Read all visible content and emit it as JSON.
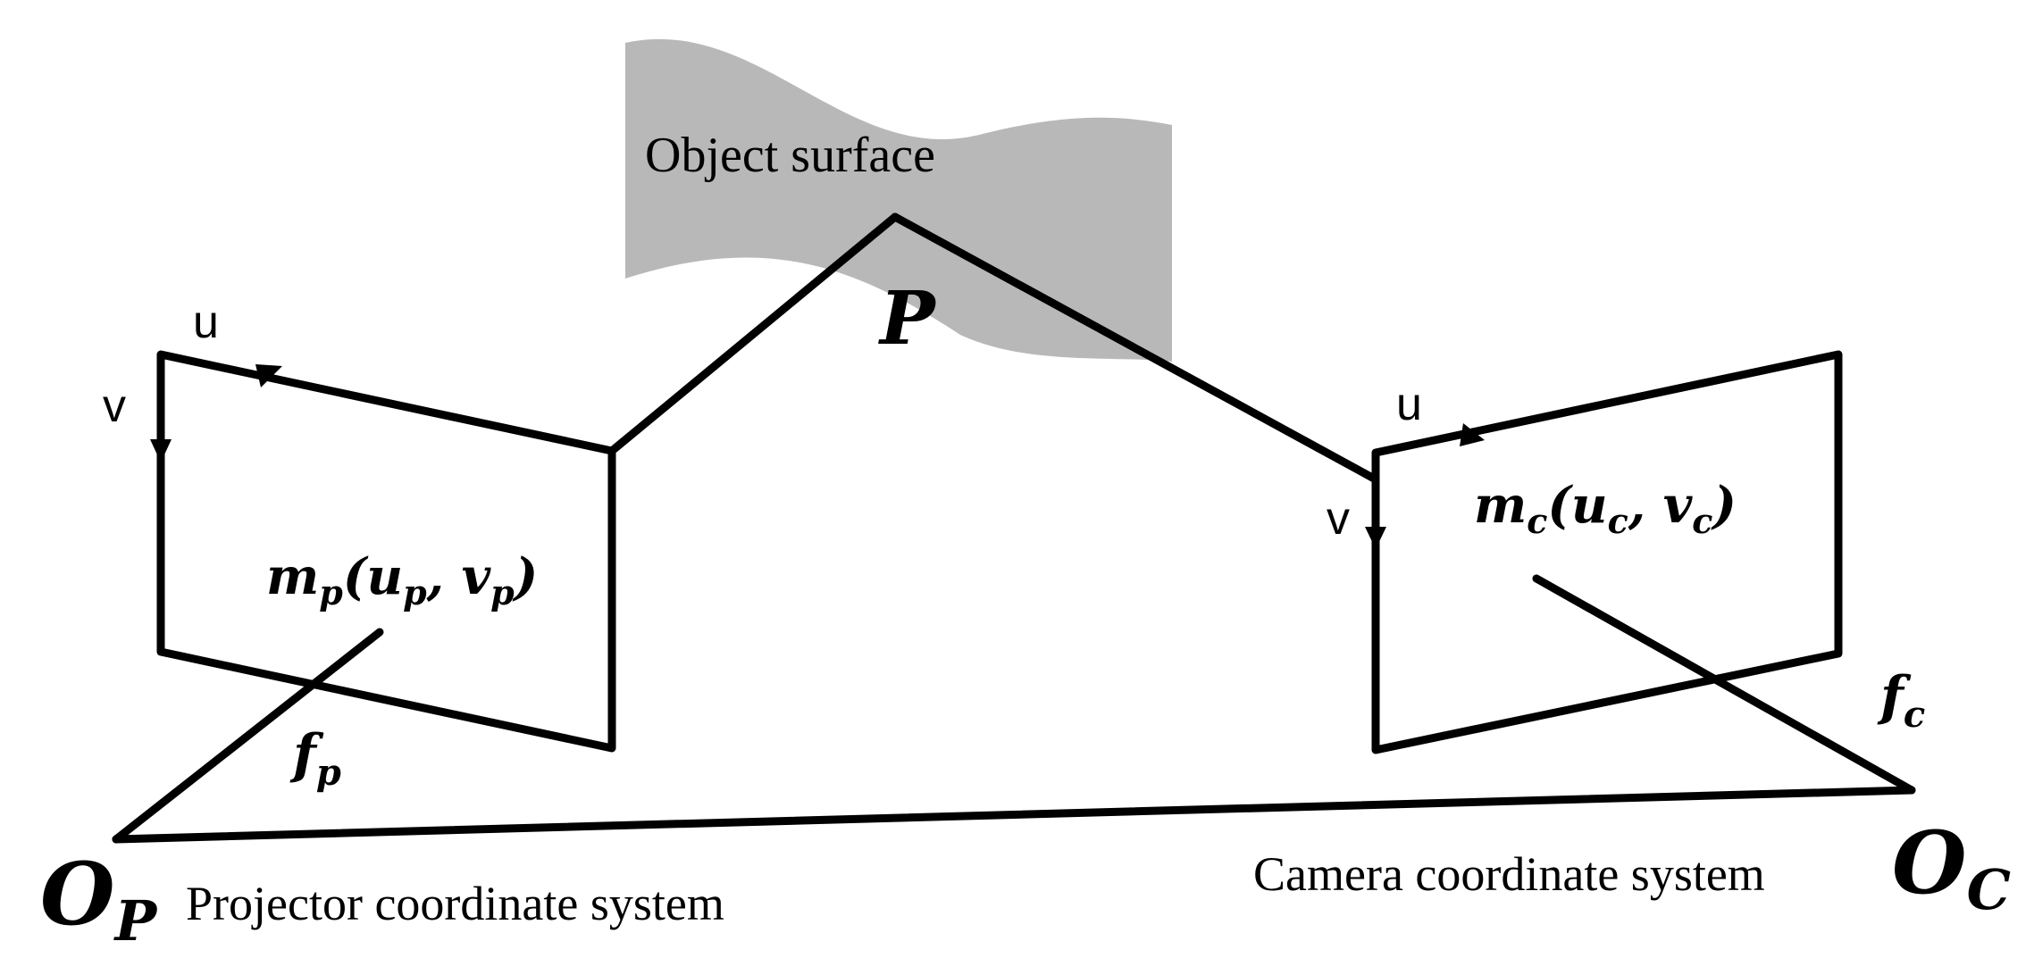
{
  "labels": {
    "object_surface": "Object surface",
    "point": "P",
    "projector": {
      "axis_u": "u",
      "axis_v": "v",
      "point_main": "m",
      "point_sub": "p",
      "coord_open": "(u",
      "coord_u_sub": "p",
      "coord_sep": ", v",
      "coord_v_sub": "p",
      "coord_close": ")",
      "focal_main": "f",
      "focal_sub": "p",
      "origin_main": "O",
      "origin_sub": "P",
      "system": "Projector coordinate system"
    },
    "camera": {
      "axis_u": "u",
      "axis_v": "v",
      "point_main": "m",
      "point_sub": "c",
      "coord_open": "(u",
      "coord_u_sub": "c",
      "coord_sep": ", v",
      "coord_v_sub": "c",
      "coord_close": ")",
      "focal_main": "f",
      "focal_sub": "c",
      "origin_main": "O",
      "origin_sub": "C",
      "system": "Camera coordinate system"
    }
  },
  "colors": {
    "line": "#000000",
    "surface": "#b8b8b8",
    "background": "#ffffff"
  }
}
